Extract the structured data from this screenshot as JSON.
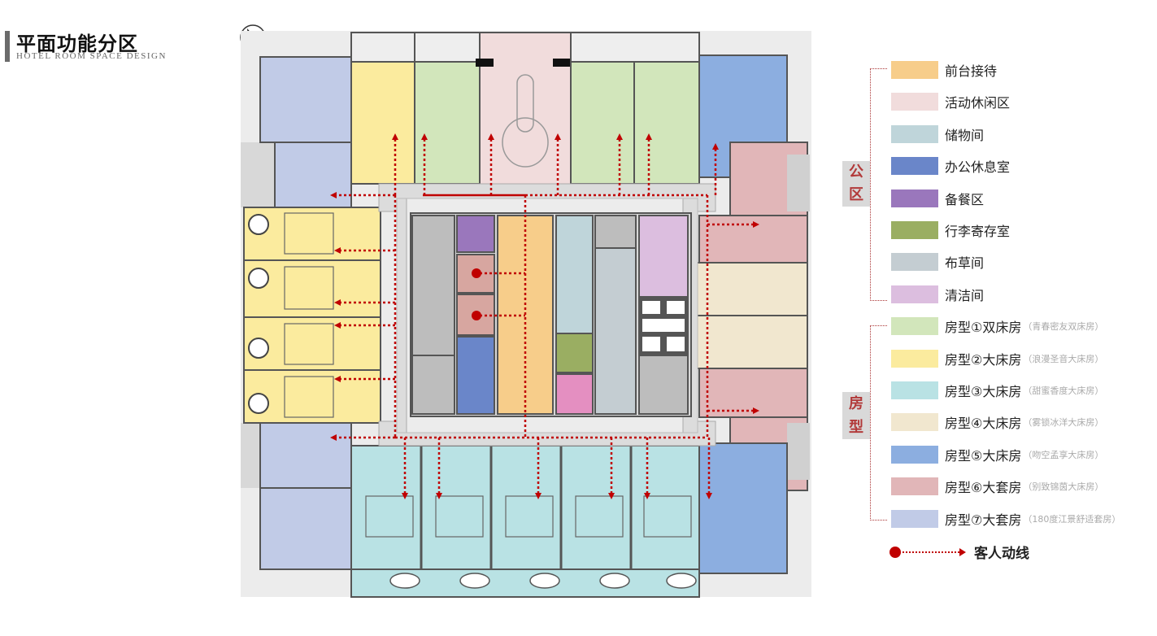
{
  "header": {
    "title": "平面功能分区",
    "subtitle": "HOTEL ROOM SPACE DESIGN"
  },
  "legend": {
    "groups": [
      {
        "label": "公区"
      },
      {
        "label": "房型"
      }
    ],
    "public": [
      {
        "label": "前台接待",
        "color": "#f7cd8a"
      },
      {
        "label": "活动休闲区",
        "color": "#f1dcdc"
      },
      {
        "label": "储物间",
        "color": "#bfd5da"
      },
      {
        "label": "办公休息室",
        "color": "#6a86c9"
      },
      {
        "label": "备餐区",
        "color": "#9a77bc"
      },
      {
        "label": "行李寄存室",
        "color": "#9aae62"
      },
      {
        "label": "布草间",
        "color": "#c4cdd2"
      },
      {
        "label": "清洁间",
        "color": "#dcbedf"
      }
    ],
    "rooms": [
      {
        "label": "房型①双床房",
        "note": "（青春密友双床房）",
        "color": "#d2e6bb"
      },
      {
        "label": "房型②大床房",
        "note": "（浪漫圣音大床房）",
        "color": "#fbeb9e"
      },
      {
        "label": "房型③大床房",
        "note": "（甜蜜香度大床房）",
        "color": "#b9e2e4"
      },
      {
        "label": "房型④大床房",
        "note": "（雾锁冰洋大床房）",
        "color": "#f1e7cf"
      },
      {
        "label": "房型⑤大床房",
        "note": "（吻空孟享大床房）",
        "color": "#8caee0"
      },
      {
        "label": "房型⑥大套房",
        "note": "（别致锦茵大床房）",
        "color": "#e1b6b8"
      },
      {
        "label": "房型⑦大套房",
        "note": "（180度江景舒适套房）",
        "color": "#c1cbe7"
      }
    ],
    "flow_label": "客人动线"
  },
  "colors": {
    "corridor": "#dcdcdc",
    "wall": "#5a5a5a",
    "flow": "#c00000",
    "shaft": "#bdbdbd"
  }
}
